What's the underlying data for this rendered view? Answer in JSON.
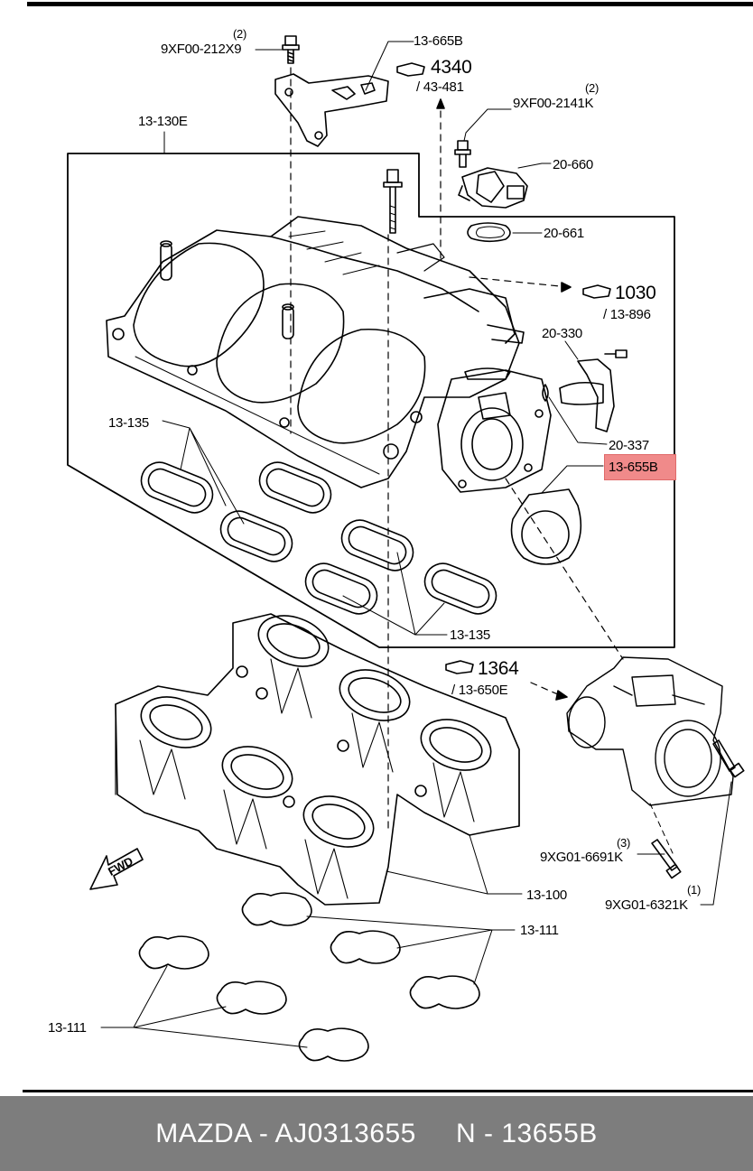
{
  "labels": {
    "p13_665B_top": "13-665B",
    "ref4340_num": "4340",
    "ref4340_sub": "/ 43-481",
    "bolt_9XF00_212X9_qty": "(2)",
    "bolt_9XF00_212X9": "9XF00-212X9",
    "bolt_9XF00_2141K_qty": "(2)",
    "bolt_9XF00_2141K": "9XF00-2141K",
    "p13_130E": "13-130E",
    "p20_660": "20-660",
    "p20_661": "20-661",
    "ref1030_num": "1030",
    "ref1030_sub": "/ 13-896",
    "p20_330": "20-330",
    "p13_135_left": "13-135",
    "p20_337": "20-337",
    "p13_655B_highlight": "13-655B",
    "p13_135_bottom": "13-135",
    "ref1364_num": "1364",
    "ref1364_sub": "/ 13-650E",
    "fwd": "FWD",
    "bolt_9XG01_6691K_qty": "(3)",
    "bolt_9XG01_6691K": "9XG01-6691K",
    "p13_100": "13-100",
    "bolt_9XG01_6321K_qty": "(1)",
    "bolt_9XG01_6321K": "9XG01-6321K",
    "p13_111_right": "13-111",
    "p13_111_left": "13-111"
  },
  "highlight_color": "#f08a8a",
  "footer": {
    "text": "MAZDA - AJ0313655     N - 13655B",
    "background": "#7d7d7d"
  }
}
